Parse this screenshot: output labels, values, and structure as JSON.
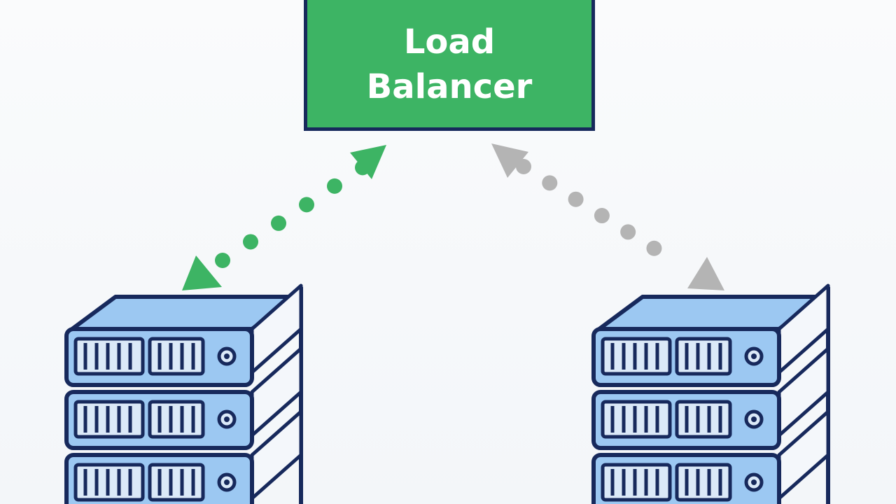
{
  "load_balancer": {
    "label": "Load Balancer",
    "fill_color": "#3db464",
    "border_color": "#17295c",
    "text_color": "#ffffff"
  },
  "connections": [
    {
      "name": "active-link",
      "style": "dotted",
      "direction": "bidirectional",
      "color": "#3db464"
    },
    {
      "name": "inactive-link",
      "style": "dotted",
      "direction": "bidirectional",
      "color": "#b4b4b4"
    }
  ],
  "servers": [
    {
      "name": "left-server-stack",
      "units": 3,
      "face_color": "#9cc8f2",
      "outline_color": "#17295c"
    },
    {
      "name": "right-server-stack",
      "units": 3,
      "face_color": "#9cc8f2",
      "outline_color": "#17295c"
    }
  ]
}
